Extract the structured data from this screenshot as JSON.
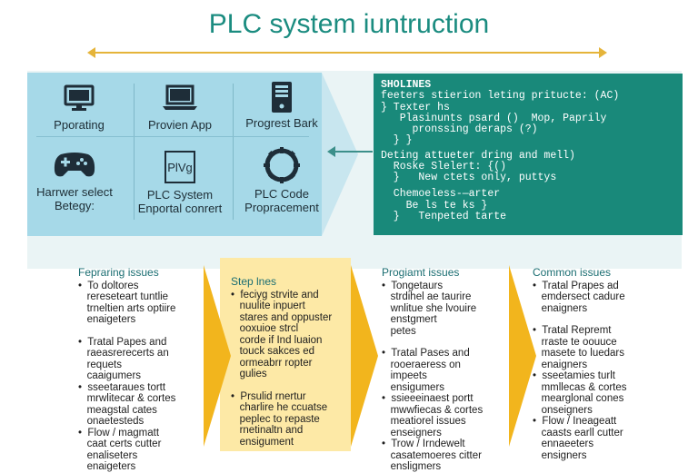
{
  "title": "PLC system iuntruction",
  "tiles": [
    {
      "label": "Pporating",
      "icon": "monitor-icon"
    },
    {
      "label": "Provien App",
      "icon": "laptop-icon"
    },
    {
      "label": "Progrest Bark",
      "icon": "server-tower-icon"
    },
    {
      "label": "Harrwer select\nBetegy:",
      "icon": "gamepad-icon"
    },
    {
      "label": "PLC System\nEnportal conrert",
      "icon": "plc-module-icon",
      "icon_text": "PlVg"
    },
    {
      "label": "PLC Code\nPropracement",
      "icon": "gear-ring-icon"
    }
  ],
  "code_lines": [
    "SHOLINES",
    "feeters stierion leting pritucte: (AC)",
    "} Texter hs",
    "   Plasinunts psard ()  Mop, Paprily",
    "     pronssing deraps (?)",
    "  } }",
    "Deting attueter dring and mell)",
    "  Roske Slelert: {()",
    "  }   New ctets only, puttys",
    "",
    "  Chemoeless-—arter",
    "    Be ls te ks }",
    "  }   Tenpeted tarte"
  ],
  "columns": [
    {
      "heading": "Fepraring issues",
      "blocks": [
        [
          "•  To doltores",
          "   rereseteart tuntlie",
          "   trneltien arts optiire",
          "   enaigeters"
        ],
        [
          "•  Tratal Papes and",
          "   raeasrerecerts an",
          "   requets",
          "   caaigumers"
        ],
        [
          "•  sseetaraues tortt",
          "   mrwlitecar & cortes",
          "   meagstal cates",
          "   onaetesteds"
        ],
        [
          "•  Flow / magmatt",
          "   caat certs cutter",
          "   enaliseters",
          "   enaigeters"
        ]
      ]
    },
    {
      "heading": "Step lnes",
      "blocks": [
        [
          "•  feciyg strvite and",
          "   nuulite inpuert",
          "   stares and oppuster",
          "   ooxuioe strcl",
          "   corde if Ind luaion",
          "   touck sakces ed",
          "   ormeabrr ropter",
          "   gulies"
        ],
        [
          "•  Prsulid rnertur",
          "   charlire he ccuatse",
          "   peplec to repaste",
          "   rnetinaltn and",
          "   ensigument"
        ]
      ]
    },
    {
      "heading": "Progiamt issues",
      "blocks": [
        [
          "•  Tongetaurs",
          "   strdihel ae taurire",
          "   wnlitue she lvouire",
          "   enstgmert",
          "   petes"
        ],
        [
          "•  Tratal Pases and",
          "   rooeraeress on",
          "   impeets",
          "   ensigumers"
        ],
        [
          "•  ssieeeinaest portt",
          "   mwwfiecas & cortes",
          "   meatiorel issues",
          "   enseigners"
        ],
        [
          "•  Trow / Irndewelt",
          "   casatemoeres citter",
          "   ensligmers"
        ]
      ]
    },
    {
      "heading": "Common issues",
      "blocks": [
        [
          "•  Tratal Prapes ad",
          "   emdersect cadure",
          "   enaigners"
        ],
        [
          "•  Tratal Repremt",
          "   rraste te oouuce",
          "   masete to luedars",
          "   enaigners"
        ],
        [
          "•  sseetamies turlt",
          "   mmllecas & cortes",
          "   mearglonal cones",
          "   onseigners"
        ],
        [
          "•  Flow / Ineageatt",
          "   caasts earll cutter",
          "   ennaeeters",
          "   ensigners"
        ]
      ]
    }
  ],
  "colors": {
    "teal": "#1b8c80",
    "light_blue": "#a6d9e8",
    "yellow": "#f2b51d",
    "pale_yellow": "#fde9a6"
  }
}
